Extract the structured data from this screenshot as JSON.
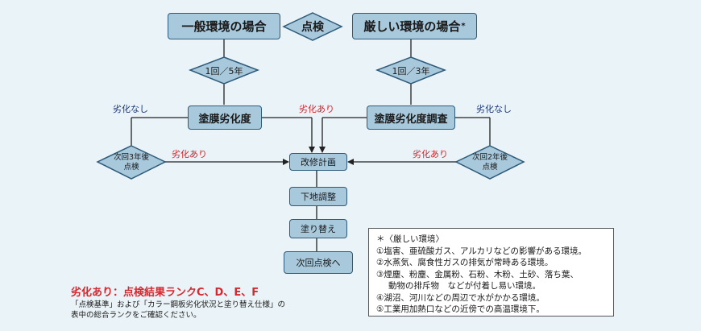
{
  "diagram": {
    "normal_env": "一般環境の場合",
    "inspection": "点検",
    "severe_env": "厳しい環境の場合",
    "severe_mark": "*",
    "freq_normal": "1回／5年",
    "freq_severe": "1回／3年",
    "degradation_check": "塗膜劣化度",
    "degradation_survey": "塗膜劣化度調査",
    "no_deg_left": "劣化なし",
    "deg_yes_center_left": "劣化あり",
    "no_deg_right": "劣化なし",
    "next_3yr_line1": "次回3年後",
    "next_3yr_line2": "点検",
    "next_2yr_line1": "次回2年後",
    "next_2yr_line2": "点検",
    "deg_yes_left": "劣化あり",
    "deg_yes_right": "劣化あり",
    "repair_plan": "改修計画",
    "base_prep": "下地調整",
    "repaint": "塗り替え",
    "next_inspection": "次回点検へ"
  },
  "severe_note": {
    "title": "＊〈厳しい環境〉",
    "items": [
      "①塩害、亜硫酸ガス、アルカリなどの影響がある環境。",
      "②水蒸気、腐食性ガスの排気が常時ある環境。",
      "③煙塵、粉塵、金属粉、石粉、木粉、土砂、落ち葉、",
      "動物の排斥物　などが付着し易い環境。",
      "④湖沼、河川などの周辺で水がかかる環境。",
      "⑤工業用加熱口などの近傍での高温環境下。"
    ]
  },
  "footer": {
    "rank_note": "劣化あり：点検結果ランクC、D、E、F",
    "ref_line1": "「点検基準」および「カラー鋼板劣化状況と塗り替え仕様」の",
    "ref_line2": "表中の総合ランクをご確認ください。"
  },
  "colors": {
    "background": "#eaf3f8",
    "box_fill": "#a8c8dc",
    "box_border": "#2d5a78",
    "red_label": "#d6282f",
    "navy_label": "#1d3a7a"
  }
}
